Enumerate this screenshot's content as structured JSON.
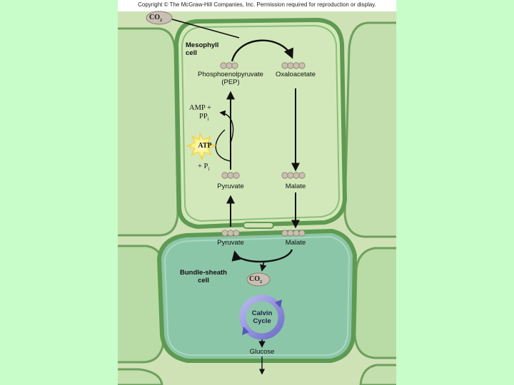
{
  "copyright": "Copyright © The McGraw-Hill Companies, Inc. Permission required for reproduction or display.",
  "co2_top": "CO",
  "co2_top_sub": "2",
  "co2_bundle": "CO",
  "co2_bundle_sub": "2",
  "mesophyll_label_1": "Mesophyll",
  "mesophyll_label_2": "cell",
  "pep_label_1": "Phosphoenolpyruvate",
  "pep_label_2": "(PEP)",
  "oxaloacetate_label": "Oxaloacetate",
  "amp_label": "AMP +",
  "ppi_label": "PP",
  "ppi_sub": "i",
  "atp_label": "ATP",
  "pi_label": "+ P",
  "pi_sub": "i",
  "pyruvate_meso_label": "Pyruvate",
  "malate_meso_label": "Malate",
  "pyruvate_bundle_label": "Pyruvate",
  "malate_bundle_label": "Malate",
  "bundle_label_1": "Bundle-sheath",
  "bundle_label_2": "cell",
  "calvin_label_1": "Calvin",
  "calvin_label_2": "Cycle",
  "glucose_label": "Glucose",
  "colors": {
    "page_background": "#c8fcc8",
    "mesophyll_fill": "#cfe6b8",
    "bundle_fill": "#86c0a4",
    "cell_border": "#5e9a52",
    "calvin_ring": "#8f8fd8",
    "atp_star": "#fff27a"
  }
}
